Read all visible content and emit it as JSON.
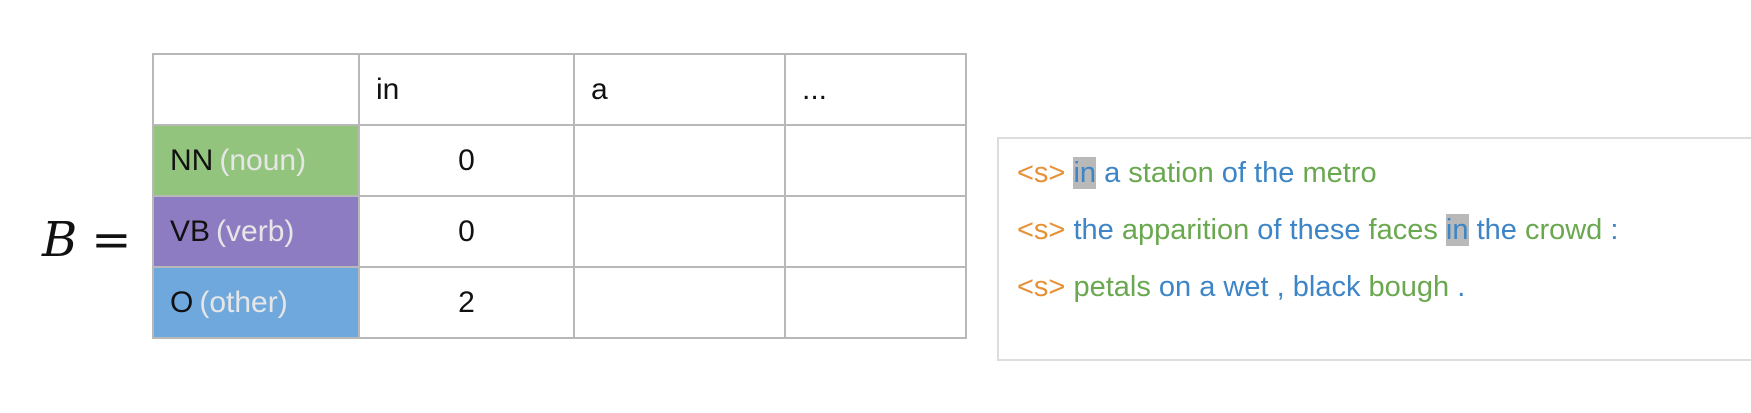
{
  "matrix": {
    "symbol": "B",
    "equals": "="
  },
  "table": {
    "column_headers": [
      "",
      "in",
      "a",
      "..."
    ],
    "rows": [
      {
        "tag": "NN",
        "desc": "(noun)",
        "color": "#93c47d",
        "values": [
          "0",
          "",
          ""
        ]
      },
      {
        "tag": "VB",
        "desc": "(verb)",
        "color": "#8e7cc3",
        "values": [
          "0",
          "",
          ""
        ]
      },
      {
        "tag": "O",
        "desc": "(other)",
        "color": "#6fa8dc",
        "values": [
          "2",
          "",
          ""
        ]
      }
    ]
  },
  "colors": {
    "start": "#e69138",
    "noun": "#6aa84f",
    "other": "#3d85c6",
    "highlight": "#b9b9b9"
  },
  "sentences": [
    [
      {
        "text": "<s>",
        "pos": "start"
      },
      {
        "text": "in",
        "pos": "other",
        "highlight": true
      },
      {
        "text": "a",
        "pos": "other"
      },
      {
        "text": "station",
        "pos": "noun"
      },
      {
        "text": "of",
        "pos": "other"
      },
      {
        "text": "the",
        "pos": "other"
      },
      {
        "text": "metro",
        "pos": "noun"
      }
    ],
    [
      {
        "text": "<s>",
        "pos": "start"
      },
      {
        "text": "the",
        "pos": "other"
      },
      {
        "text": "apparition",
        "pos": "noun"
      },
      {
        "text": "of",
        "pos": "other"
      },
      {
        "text": "these",
        "pos": "other"
      },
      {
        "text": "faces",
        "pos": "noun"
      },
      {
        "text": "in",
        "pos": "other",
        "highlight": true
      },
      {
        "text": "the",
        "pos": "other"
      },
      {
        "text": "crowd",
        "pos": "noun"
      },
      {
        "text": ":",
        "pos": "other"
      }
    ],
    [
      {
        "text": "<s>",
        "pos": "start"
      },
      {
        "text": "petals",
        "pos": "noun"
      },
      {
        "text": "on",
        "pos": "other"
      },
      {
        "text": "a",
        "pos": "other"
      },
      {
        "text": "wet",
        "pos": "other"
      },
      {
        "text": ",",
        "pos": "other"
      },
      {
        "text": "black",
        "pos": "other"
      },
      {
        "text": "bough",
        "pos": "noun"
      },
      {
        "text": ".",
        "pos": "other"
      }
    ]
  ]
}
